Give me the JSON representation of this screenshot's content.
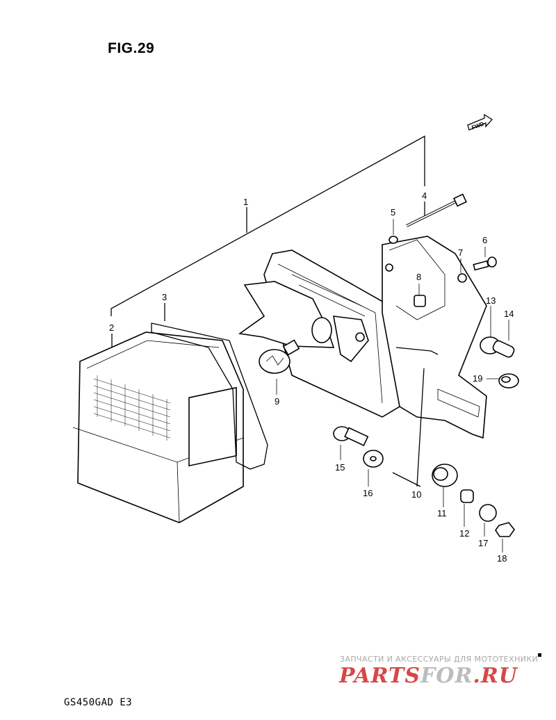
{
  "figure": {
    "title": "FIG.29",
    "model_code": "GS450GAD  E3",
    "fwd_label": "FWD"
  },
  "callouts": [
    {
      "id": "1",
      "label": "1"
    },
    {
      "id": "2",
      "label": "2"
    },
    {
      "id": "3",
      "label": "3"
    },
    {
      "id": "4",
      "label": "4"
    },
    {
      "id": "5",
      "label": "5"
    },
    {
      "id": "6",
      "label": "6"
    },
    {
      "id": "7",
      "label": "7"
    },
    {
      "id": "8",
      "label": "8"
    },
    {
      "id": "9",
      "label": "9"
    },
    {
      "id": "10",
      "label": "10"
    },
    {
      "id": "11",
      "label": "11"
    },
    {
      "id": "12",
      "label": "12"
    },
    {
      "id": "13",
      "label": "13"
    },
    {
      "id": "14",
      "label": "14"
    },
    {
      "id": "15",
      "label": "15"
    },
    {
      "id": "16",
      "label": "16"
    },
    {
      "id": "17",
      "label": "17"
    },
    {
      "id": "18",
      "label": "18"
    },
    {
      "id": "19",
      "label": "19"
    }
  ],
  "watermark": {
    "tagline": "ЗАПЧАСТИ И АКСЕССУАРЫ ДЛЯ МОТОТЕХНИКИ",
    "logo_part1": "PARTS",
    "logo_part2": "FOR",
    "logo_part3": ".RU"
  }
}
